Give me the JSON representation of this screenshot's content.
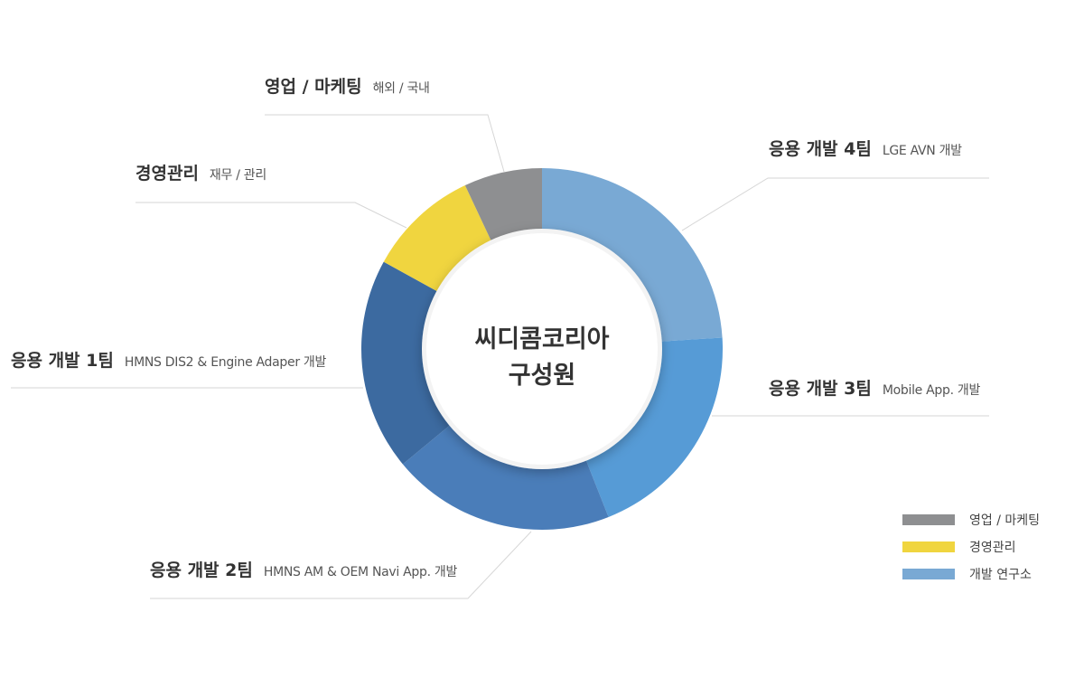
{
  "center_title": [
    "씨디콤코리아",
    "구성원"
  ],
  "segments": [
    {
      "name": "영업 / 마케팅",
      "desc": "해외 / 국내",
      "value": 7,
      "color": "#8e8f91"
    },
    {
      "name": "경영관리",
      "desc": "재무 / 관리",
      "value": 10,
      "color": "#f0d53f"
    },
    {
      "name": "응용 개발 1팀",
      "desc": "HMNS DIS2 & Engine Adaper 개발",
      "value": 19,
      "color": "#3c6aa0"
    },
    {
      "name": "응용 개발 2팀",
      "desc": "HMNS AM & OEM Navi App. 개발",
      "value": 20,
      "color": "#4a7db9"
    },
    {
      "name": "응용 개발 3팀",
      "desc": "Mobile App. 개발",
      "value": 20,
      "color": "#569bd6"
    },
    {
      "name": "응용 개발 4팀",
      "desc": "LGE AVN 개발",
      "value": 24,
      "color": "#79a9d4"
    }
  ],
  "legend": [
    {
      "label": "영업 / 마케팅",
      "color": "#8e8f91"
    },
    {
      "label": "경영관리",
      "color": "#f0d53f"
    },
    {
      "label": "개발 연구소",
      "color": "#79a9d4"
    }
  ]
}
